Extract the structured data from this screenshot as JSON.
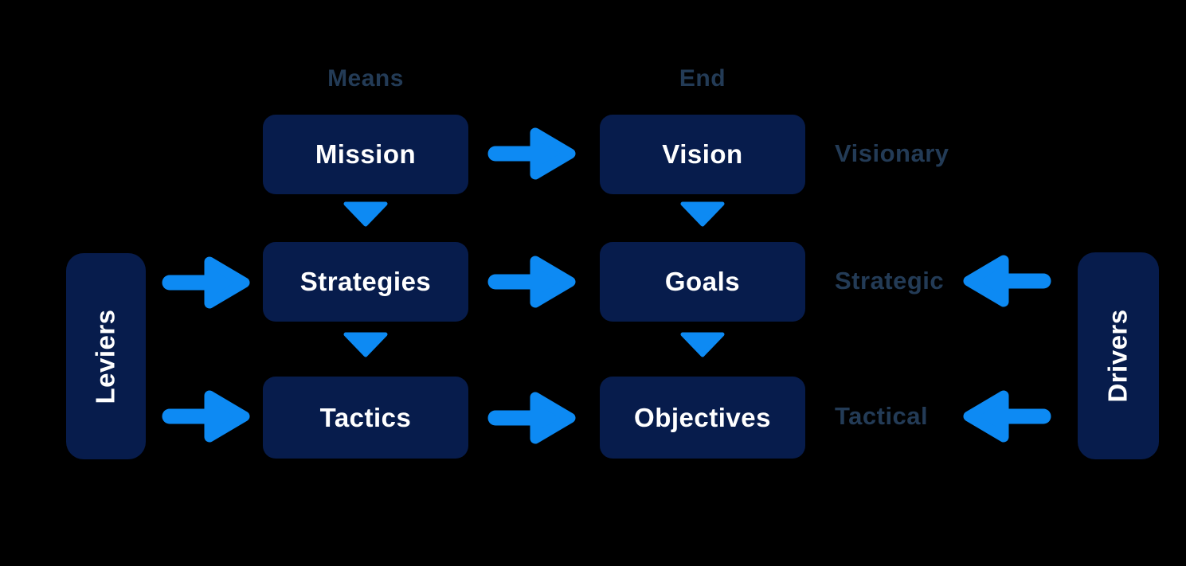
{
  "colors": {
    "background": "#000000",
    "box_fill": "#071c4c",
    "arrow_blue": "#0d8af3",
    "label_slate": "#233b56",
    "box_text": "#ffffff"
  },
  "column_headers": {
    "means": "Means",
    "end": "End"
  },
  "boxes": {
    "mission": {
      "label": "Mission"
    },
    "vision": {
      "label": "Vision"
    },
    "strategies": {
      "label": "Strategies"
    },
    "goals": {
      "label": "Goals"
    },
    "tactics": {
      "label": "Tactics"
    },
    "objectives": {
      "label": "Objectives"
    },
    "leviers": {
      "label": "Leviers"
    },
    "drivers": {
      "label": "Drivers"
    }
  },
  "row_labels": {
    "visionary": "Visionary",
    "strategic": "Strategic",
    "tactical": "Tactical"
  }
}
